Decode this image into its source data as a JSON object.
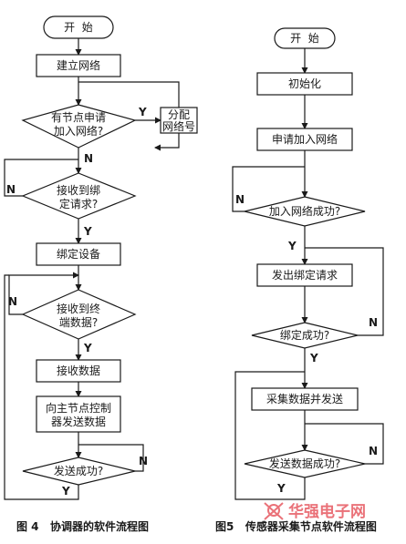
{
  "left": {
    "start": "开  始",
    "build_network": "建立网络",
    "decision_join": [
      "有节点申请",
      "加入网络?"
    ],
    "assign_addr": [
      "分配",
      "网络号"
    ],
    "decision_bind": [
      "接收到绑",
      "定请求?"
    ],
    "bind_device": "绑定设备",
    "decision_terminal": [
      "接收到终",
      "端数据?"
    ],
    "receive_data": "接收数据",
    "send_to_master": [
      "向主节点控制",
      "器发送数据"
    ],
    "decision_send": "发送成功?",
    "caption": "图 4   协调器的软件流程图"
  },
  "right": {
    "start": "开  始",
    "init": "初始化",
    "apply_join": "申请加入网络",
    "decision_join_ok": "加入网络成功?",
    "send_bind_request": "发出绑定请求",
    "decision_bind_ok": "绑定成功?",
    "collect_send": "采集数据并发送",
    "decision_send_ok": "发送数据成功?",
    "caption": "图5   传感器采集节点软件流程图"
  },
  "labels": {
    "yes": "Y",
    "no": "N"
  },
  "watermark": "华强电子网",
  "colors": {
    "line": "#1a1a1a",
    "watermark": "#e8636b"
  }
}
